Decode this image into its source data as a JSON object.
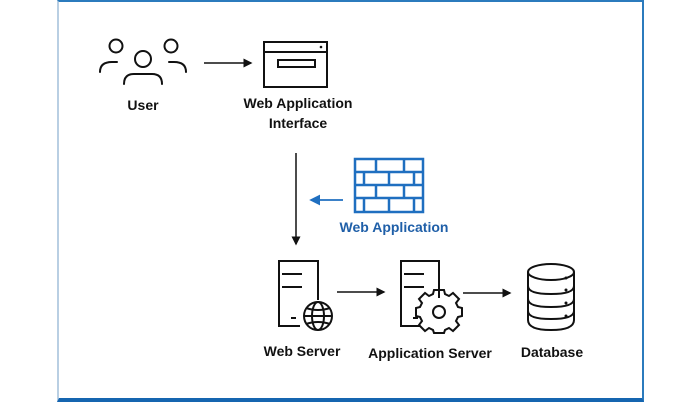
{
  "diagram": {
    "nodes": {
      "user": {
        "label": "User",
        "icon": "users-icon"
      },
      "web_app_interface": {
        "label_line1": "Web Application",
        "label_line2": "Interface",
        "icon": "browser-window-icon"
      },
      "firewall": {
        "label": "Web Application",
        "icon": "firewall-brick-wall-icon"
      },
      "web_server": {
        "label": "Web Server",
        "icon": "server-globe-icon"
      },
      "app_server": {
        "label": "Application Server",
        "icon": "server-gear-icon"
      },
      "database": {
        "label": "Database",
        "icon": "database-icon"
      }
    },
    "edges": [
      {
        "from": "User",
        "to": "Web Application Interface"
      },
      {
        "from": "Web Application Interface",
        "to": "Web Server"
      },
      {
        "from": "Web Application (firewall)",
        "to": "Web Server flow"
      },
      {
        "from": "Web Server",
        "to": "Application Server"
      },
      {
        "from": "Application Server",
        "to": "Database"
      }
    ],
    "colors": {
      "accent": "#1f6fc0",
      "stroke": "#111111",
      "frame": "#2b7bbd"
    }
  }
}
